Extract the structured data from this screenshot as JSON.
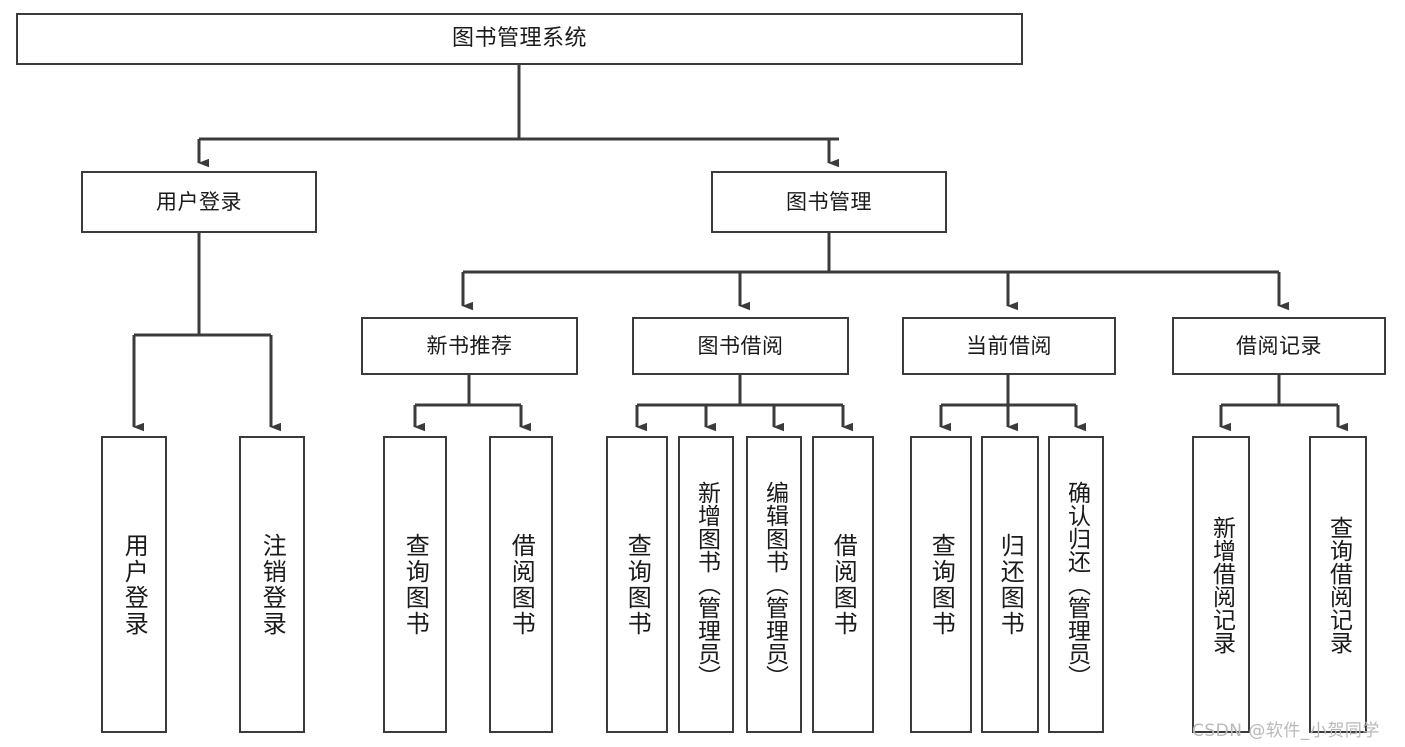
{
  "diagram": {
    "title": "图书管理系统",
    "type": "hierarchy-tree",
    "root": {
      "id": "root",
      "label": "图书管理系统"
    },
    "level1": [
      {
        "id": "user-login",
        "label": "用户登录"
      },
      {
        "id": "book-manage",
        "label": "图书管理"
      }
    ],
    "level2": [
      {
        "id": "new-book-rec",
        "label": "新书推荐",
        "parent": "book-manage"
      },
      {
        "id": "book-borrow",
        "label": "图书借阅",
        "parent": "book-manage"
      },
      {
        "id": "current-borrow",
        "label": "当前借阅",
        "parent": "book-manage"
      },
      {
        "id": "borrow-record",
        "label": "借阅记录",
        "parent": "book-manage"
      }
    ],
    "leaves": [
      {
        "id": "leaf-user-login",
        "label": "用户登录",
        "parent": "user-login"
      },
      {
        "id": "leaf-logout",
        "label": "注销登录",
        "parent": "user-login"
      },
      {
        "id": "leaf-query-book-1",
        "label": "查询图书",
        "parent": "new-book-rec"
      },
      {
        "id": "leaf-borrow-book-1",
        "label": "借阅图书",
        "parent": "new-book-rec"
      },
      {
        "id": "leaf-query-book-2",
        "label": "查询图书",
        "parent": "book-borrow"
      },
      {
        "id": "leaf-add-book",
        "label": "新增图书（管理员）",
        "parent": "book-borrow"
      },
      {
        "id": "leaf-edit-book",
        "label": "编辑图书（管理员）",
        "parent": "book-borrow"
      },
      {
        "id": "leaf-borrow-book-2",
        "label": "借阅图书",
        "parent": "book-borrow"
      },
      {
        "id": "leaf-query-book-3",
        "label": "查询图书",
        "parent": "current-borrow"
      },
      {
        "id": "leaf-return-book",
        "label": "归还图书",
        "parent": "current-borrow"
      },
      {
        "id": "leaf-confirm-return",
        "label": "确认归还（管理员）",
        "parent": "current-borrow"
      },
      {
        "id": "leaf-add-record",
        "label": "新增借阅记录",
        "parent": "borrow-record"
      },
      {
        "id": "leaf-query-record",
        "label": "查询借阅记录",
        "parent": "borrow-record"
      }
    ]
  },
  "watermark": {
    "text": "CSDN @软件_小贺同学"
  },
  "colors": {
    "stroke": "#3b3b3b",
    "box_fill": "#ffffff",
    "text": "#1a1a1a",
    "watermark": "#b9b9b9",
    "background": "#ffffff"
  }
}
